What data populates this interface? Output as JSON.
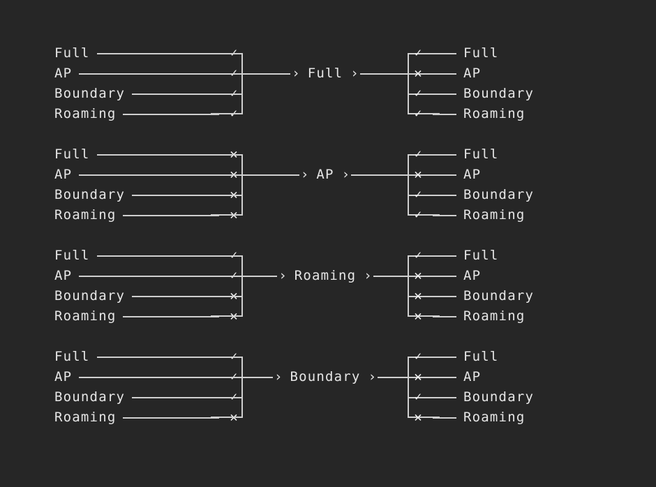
{
  "canvas": {
    "background_color": "#262626",
    "line_color": "#cfcfcf",
    "text_color": "#e6e6e6"
  },
  "symbols": {
    "check": "✓",
    "cross": "✕",
    "chevron": "›"
  },
  "groups": [
    {
      "title": "Full",
      "inputs": [
        {
          "label": "Full",
          "mark": "check"
        },
        {
          "label": "AP",
          "mark": "check"
        },
        {
          "label": "Boundary",
          "mark": "check"
        },
        {
          "label": "Roaming",
          "mark": "check"
        }
      ],
      "outputs": [
        {
          "label": "Full",
          "mark": "check"
        },
        {
          "label": "AP",
          "mark": "cross"
        },
        {
          "label": "Boundary",
          "mark": "check"
        },
        {
          "label": "Roaming",
          "mark": "check"
        }
      ]
    },
    {
      "title": "AP",
      "inputs": [
        {
          "label": "Full",
          "mark": "cross"
        },
        {
          "label": "AP",
          "mark": "cross"
        },
        {
          "label": "Boundary",
          "mark": "cross"
        },
        {
          "label": "Roaming",
          "mark": "cross"
        }
      ],
      "outputs": [
        {
          "label": "Full",
          "mark": "check"
        },
        {
          "label": "AP",
          "mark": "cross"
        },
        {
          "label": "Boundary",
          "mark": "check"
        },
        {
          "label": "Roaming",
          "mark": "check"
        }
      ]
    },
    {
      "title": "Roaming",
      "inputs": [
        {
          "label": "Full",
          "mark": "check"
        },
        {
          "label": "AP",
          "mark": "check"
        },
        {
          "label": "Boundary",
          "mark": "cross"
        },
        {
          "label": "Roaming",
          "mark": "cross"
        }
      ],
      "outputs": [
        {
          "label": "Full",
          "mark": "check"
        },
        {
          "label": "AP",
          "mark": "cross"
        },
        {
          "label": "Boundary",
          "mark": "cross"
        },
        {
          "label": "Roaming",
          "mark": "cross"
        }
      ]
    },
    {
      "title": "Boundary",
      "inputs": [
        {
          "label": "Full",
          "mark": "check"
        },
        {
          "label": "AP",
          "mark": "check"
        },
        {
          "label": "Boundary",
          "mark": "check"
        },
        {
          "label": "Roaming",
          "mark": "cross"
        }
      ],
      "outputs": [
        {
          "label": "Full",
          "mark": "check"
        },
        {
          "label": "AP",
          "mark": "cross"
        },
        {
          "label": "Boundary",
          "mark": "check"
        },
        {
          "label": "Roaming",
          "mark": "cross"
        }
      ]
    }
  ]
}
